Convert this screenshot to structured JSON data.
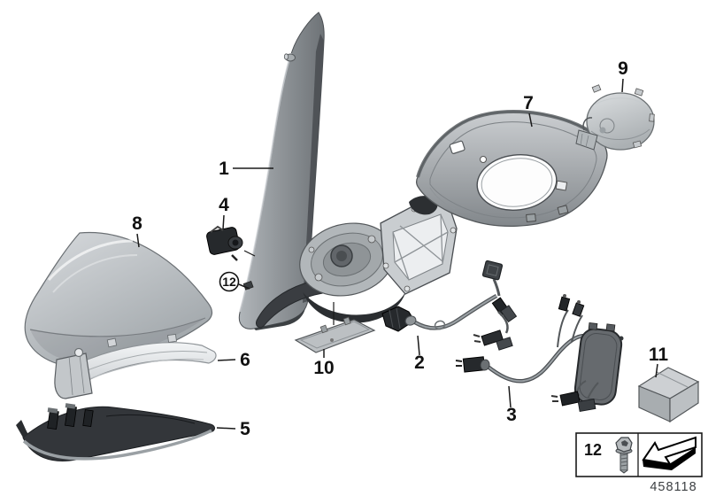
{
  "diagram": {
    "drawing_number": "458118",
    "background_color": "#ffffff",
    "line_color": "#1a1a1a",
    "part_fill_light": "#d6d9dc",
    "part_fill_mid": "#a8adb1",
    "part_fill_dark": "#33363a",
    "callouts": [
      {
        "id": 1,
        "label": "1",
        "circled": false
      },
      {
        "id": 2,
        "label": "2",
        "circled": false
      },
      {
        "id": 3,
        "label": "3",
        "circled": false
      },
      {
        "id": 4,
        "label": "4",
        "circled": false
      },
      {
        "id": 5,
        "label": "5",
        "circled": false
      },
      {
        "id": 6,
        "label": "6",
        "circled": false
      },
      {
        "id": 7,
        "label": "7",
        "circled": false
      },
      {
        "id": 8,
        "label": "8",
        "circled": false
      },
      {
        "id": 9,
        "label": "9",
        "circled": false
      },
      {
        "id": 10,
        "label": "10",
        "circled": false
      },
      {
        "id": 11,
        "label": "11",
        "circled": false
      },
      {
        "id": 12,
        "label": "12",
        "circled": true
      }
    ],
    "legend": {
      "item_number": "12",
      "fastener_icon": "flange-screw-icon",
      "direction_icon": "installation-direction-arrow-icon"
    }
  }
}
